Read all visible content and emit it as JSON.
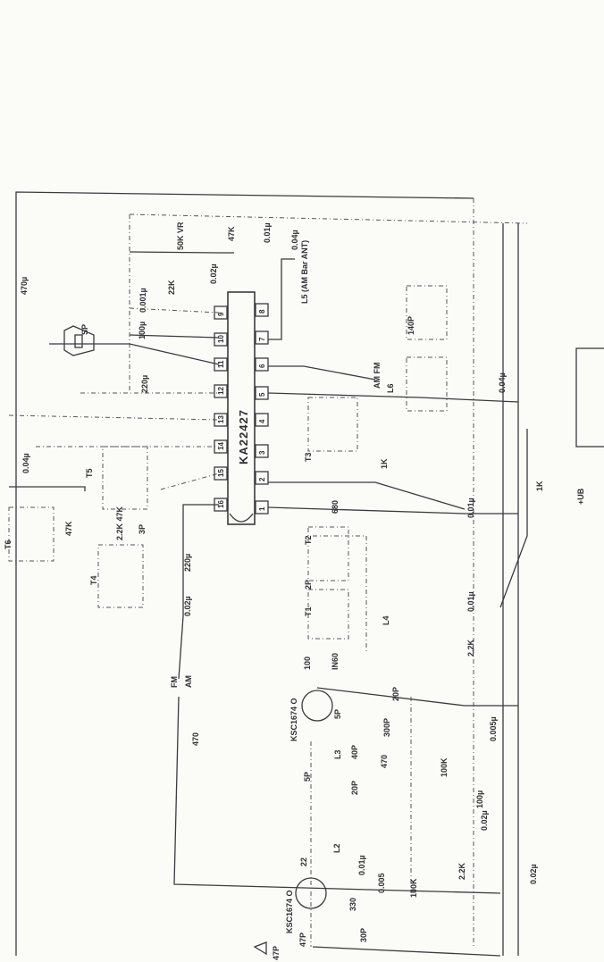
{
  "ic": {
    "name": "KA22427",
    "pins_left": [
      "9",
      "10",
      "11",
      "12",
      "13",
      "14",
      "15",
      "16"
    ],
    "pins_right": [
      "8",
      "7",
      "6",
      "5",
      "4",
      "3",
      "2",
      "1"
    ]
  },
  "labels": {
    "c470u": "470µ",
    "sp": "SP",
    "c100u_a": "100µ",
    "c0001": "0.001µ",
    "r22k": "22K",
    "vr": "50K VR",
    "c002_a": "0.02µ",
    "r47k_a": "47K",
    "c001_a": "0.01µ",
    "c004_a": "0.04µ",
    "l5": "L5 (AM Bar ANT)",
    "amfm": "AM FM",
    "l6": "L6",
    "c140p": "140P",
    "c004_b": "0.04µ",
    "c220u_a": "220µ",
    "c004_c": "0.04µ",
    "t5": "T5",
    "t6": "T6",
    "r47k_b": "47K",
    "r22k47k": "2.2K 47K",
    "c3p": "3P",
    "t4": "T4",
    "c220u_b": "220µ",
    "c002_b": "0.02µ",
    "t3": "T3",
    "r1k_a": "1K",
    "r680": "680",
    "c001_b": "0.01µ",
    "r1k_b": "1K",
    "ub": "+UB",
    "t2": "T2",
    "c2p": "2P",
    "t1": "T1",
    "l4": "L4",
    "c001_c": "0.01µ",
    "r22k_b": "2.2K",
    "d1": "IN60",
    "r100": "100",
    "fm": "FM",
    "am": "AM",
    "r470_a": "470",
    "q2": "KSC1674 O",
    "c5p_a": "5P",
    "c20p_a": "20P",
    "c300p": "300P",
    "c0005": "0.005µ",
    "l3": "L3",
    "c40p": "40P",
    "r470_b": "470",
    "r100k_a": "100K",
    "c5p_b": "5P",
    "c20p_b": "20P",
    "c100u_b": "100µ",
    "c002_c": "0.02µ",
    "r22": "22",
    "l2": "L2",
    "c001_d": "0.01µ",
    "c0005_b": "0.005",
    "r100k_b": "100K",
    "r22k_c": "2.2K",
    "c002_d": "0.02µ",
    "q1": "KSC1674 O",
    "c47p_a": "47P",
    "r330": "330",
    "c30p": "30P",
    "c47p_b": "47P"
  }
}
